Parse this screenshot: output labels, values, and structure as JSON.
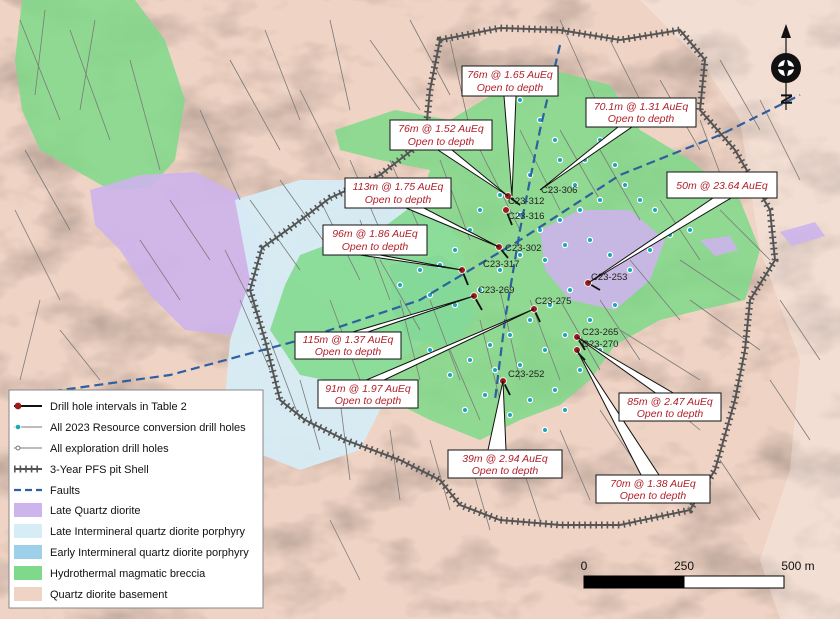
{
  "colors": {
    "basement": "#efd3c4",
    "breccia": "#7fd98a",
    "early_porphyry": "#9fd0ea",
    "late_porphyry": "#d6ecf6",
    "late_diorite": "#cdb4ec",
    "callout_text": "#b0202a",
    "drill_interval": "#9b1c1c",
    "resource_hole": "#1aa7b8",
    "fault": "#2f5f9e",
    "pit_shell": "#555555"
  },
  "north_arrow": {
    "label": "N"
  },
  "scale_bar": {
    "labels": [
      "0",
      "250",
      "500 m"
    ]
  },
  "callouts": [
    {
      "line1": "76m @ 1.65 AuEq",
      "line2": "Open to depth"
    },
    {
      "line1": "70.1m @ 1.31 AuEq",
      "line2": "Open to depth"
    },
    {
      "line1": "76m @ 1.52 AuEq",
      "line2": "Open to depth"
    },
    {
      "line1": "113m @ 1.75 AuEq",
      "line2": "Open to depth"
    },
    {
      "line1": "50m @ 23.64 AuEq",
      "line2": ""
    },
    {
      "line1": "96m @ 1.86 AuEq",
      "line2": "Open to depth"
    },
    {
      "line1": "115m @ 1.37 AuEq",
      "line2": "Open to depth"
    },
    {
      "line1": "91m @ 1.97 AuEq",
      "line2": "Open to depth"
    },
    {
      "line1": "85m @ 2.47 AuEq",
      "line2": "Open to depth"
    },
    {
      "line1": "39m @ 2.94 AuEq",
      "line2": "Open to depth"
    },
    {
      "line1": "70m @ 1.38 AuEq",
      "line2": "Open to depth"
    }
  ],
  "drill_holes": [
    "C23-312",
    "C23-306",
    "C23-316",
    "C23-302",
    "C23-317",
    "C23-253",
    "C23-269",
    "C23-275",
    "C23-265",
    "C23-270",
    "C23-252"
  ],
  "legend": {
    "items": [
      {
        "symbol": "drill-interval",
        "label": "Drill hole intervals in Table 2"
      },
      {
        "symbol": "resource-hole",
        "label": "All 2023 Resource conversion drill holes"
      },
      {
        "symbol": "exploration-hole",
        "label": "All exploration drill holes"
      },
      {
        "symbol": "pit-shell",
        "label": "3-Year PFS pit Shell"
      },
      {
        "symbol": "fault",
        "label": "Faults"
      },
      {
        "symbol": "late-diorite",
        "label": "Late Quartz diorite"
      },
      {
        "symbol": "late-porphyry",
        "label": "Late Intermineral quartz diorite porphyry"
      },
      {
        "symbol": "early-porphyry",
        "label": "Early Intermineral quartz diorite porphyry"
      },
      {
        "symbol": "breccia",
        "label": "Hydrothermal magmatic breccia"
      },
      {
        "symbol": "basement",
        "label": "Quartz diorite basement"
      }
    ]
  }
}
